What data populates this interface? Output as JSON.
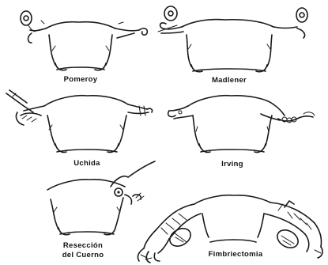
{
  "panels": [
    {
      "id": "pomeroy",
      "label": "Pomeroy"
    },
    {
      "id": "madlener",
      "label": "Madlener"
    },
    {
      "id": "uchida",
      "label": "Uchida"
    },
    {
      "id": "irving",
      "label": "Irving"
    },
    {
      "id": "cornual",
      "label_lines": [
        "Resección",
        "del Cuerno"
      ]
    },
    {
      "id": "fimbriectomy",
      "label": "Fimbriectomia"
    }
  ]
}
